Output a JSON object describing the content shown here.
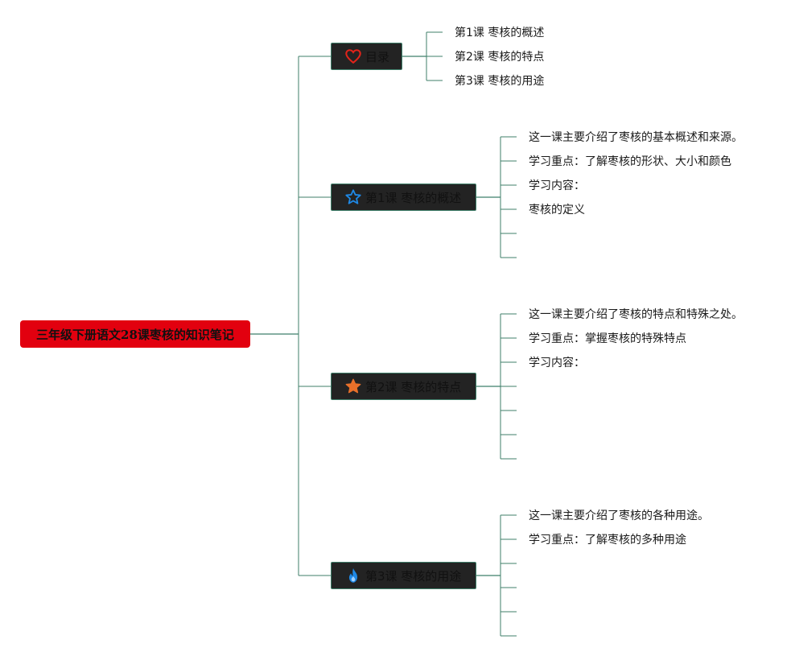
{
  "root": {
    "label": "三年级下册语文28课枣核的知识笔记"
  },
  "branches": [
    {
      "label": "目录",
      "icon": "heart-icon",
      "icon_color": "#e2231a",
      "leaves": [
        "第1课 枣核的概述",
        "第2课 枣核的特点",
        "第3课 枣核的用途"
      ]
    },
    {
      "label": "第1课 枣核的概述",
      "icon": "star-outline-icon",
      "icon_color": "#1e88e5",
      "leaves": [
        "这一课主要介绍了枣核的基本概述和来源。",
        "学习重点：了解枣核的形状、大小和颜色",
        "学习内容：",
        "枣核的定义",
        "",
        ""
      ]
    },
    {
      "label": "第2课 枣核的特点",
      "icon": "star-filled-icon",
      "icon_color": "#e8702a",
      "leaves": [
        "这一课主要介绍了枣核的特点和特殊之处。",
        "学习重点：掌握枣核的特殊特点",
        "学习内容：",
        "",
        "",
        "",
        ""
      ]
    },
    {
      "label": "第3课 枣核的用途",
      "icon": "flame-icon",
      "icon_color": "#1e88e5",
      "leaves": [
        "这一课主要介绍了枣核的各种用途。",
        "学习重点：了解枣核的多种用途",
        "",
        "",
        "",
        ""
      ]
    }
  ],
  "colors": {
    "root_bg": "#e2000f",
    "node_bg": "#232323",
    "line": "#3f7f6a"
  }
}
